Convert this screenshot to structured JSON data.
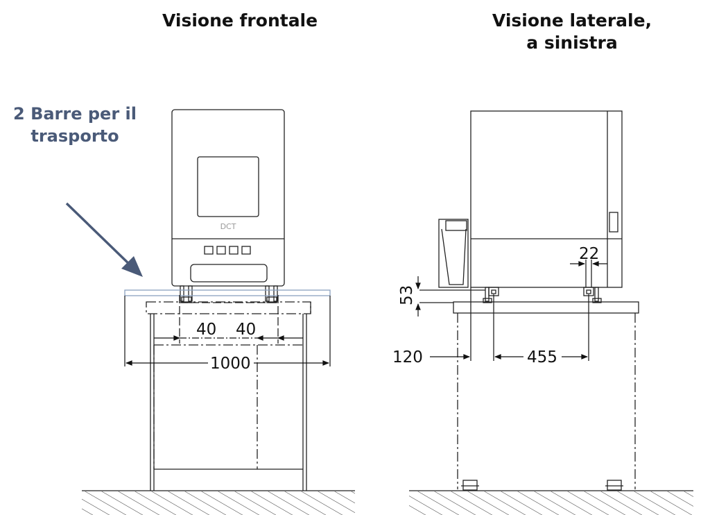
{
  "titles": {
    "front": "Visione frontale",
    "side_line1": "Visione laterale,",
    "side_line2": "a sinistra"
  },
  "callout": {
    "line1": "2 Barre per il",
    "line2": "trasporto"
  },
  "logo_text": "DCT",
  "dimensions": {
    "front_offset_left": "40",
    "front_offset_right": "40",
    "front_total_width": "1000",
    "side_foot_width": "22",
    "side_height": "53",
    "side_overhang": "120",
    "side_foot_spacing": "455"
  },
  "colors": {
    "callout": "#4a5a78",
    "transport_bar": "#8aa0c0",
    "line": "#222222"
  }
}
